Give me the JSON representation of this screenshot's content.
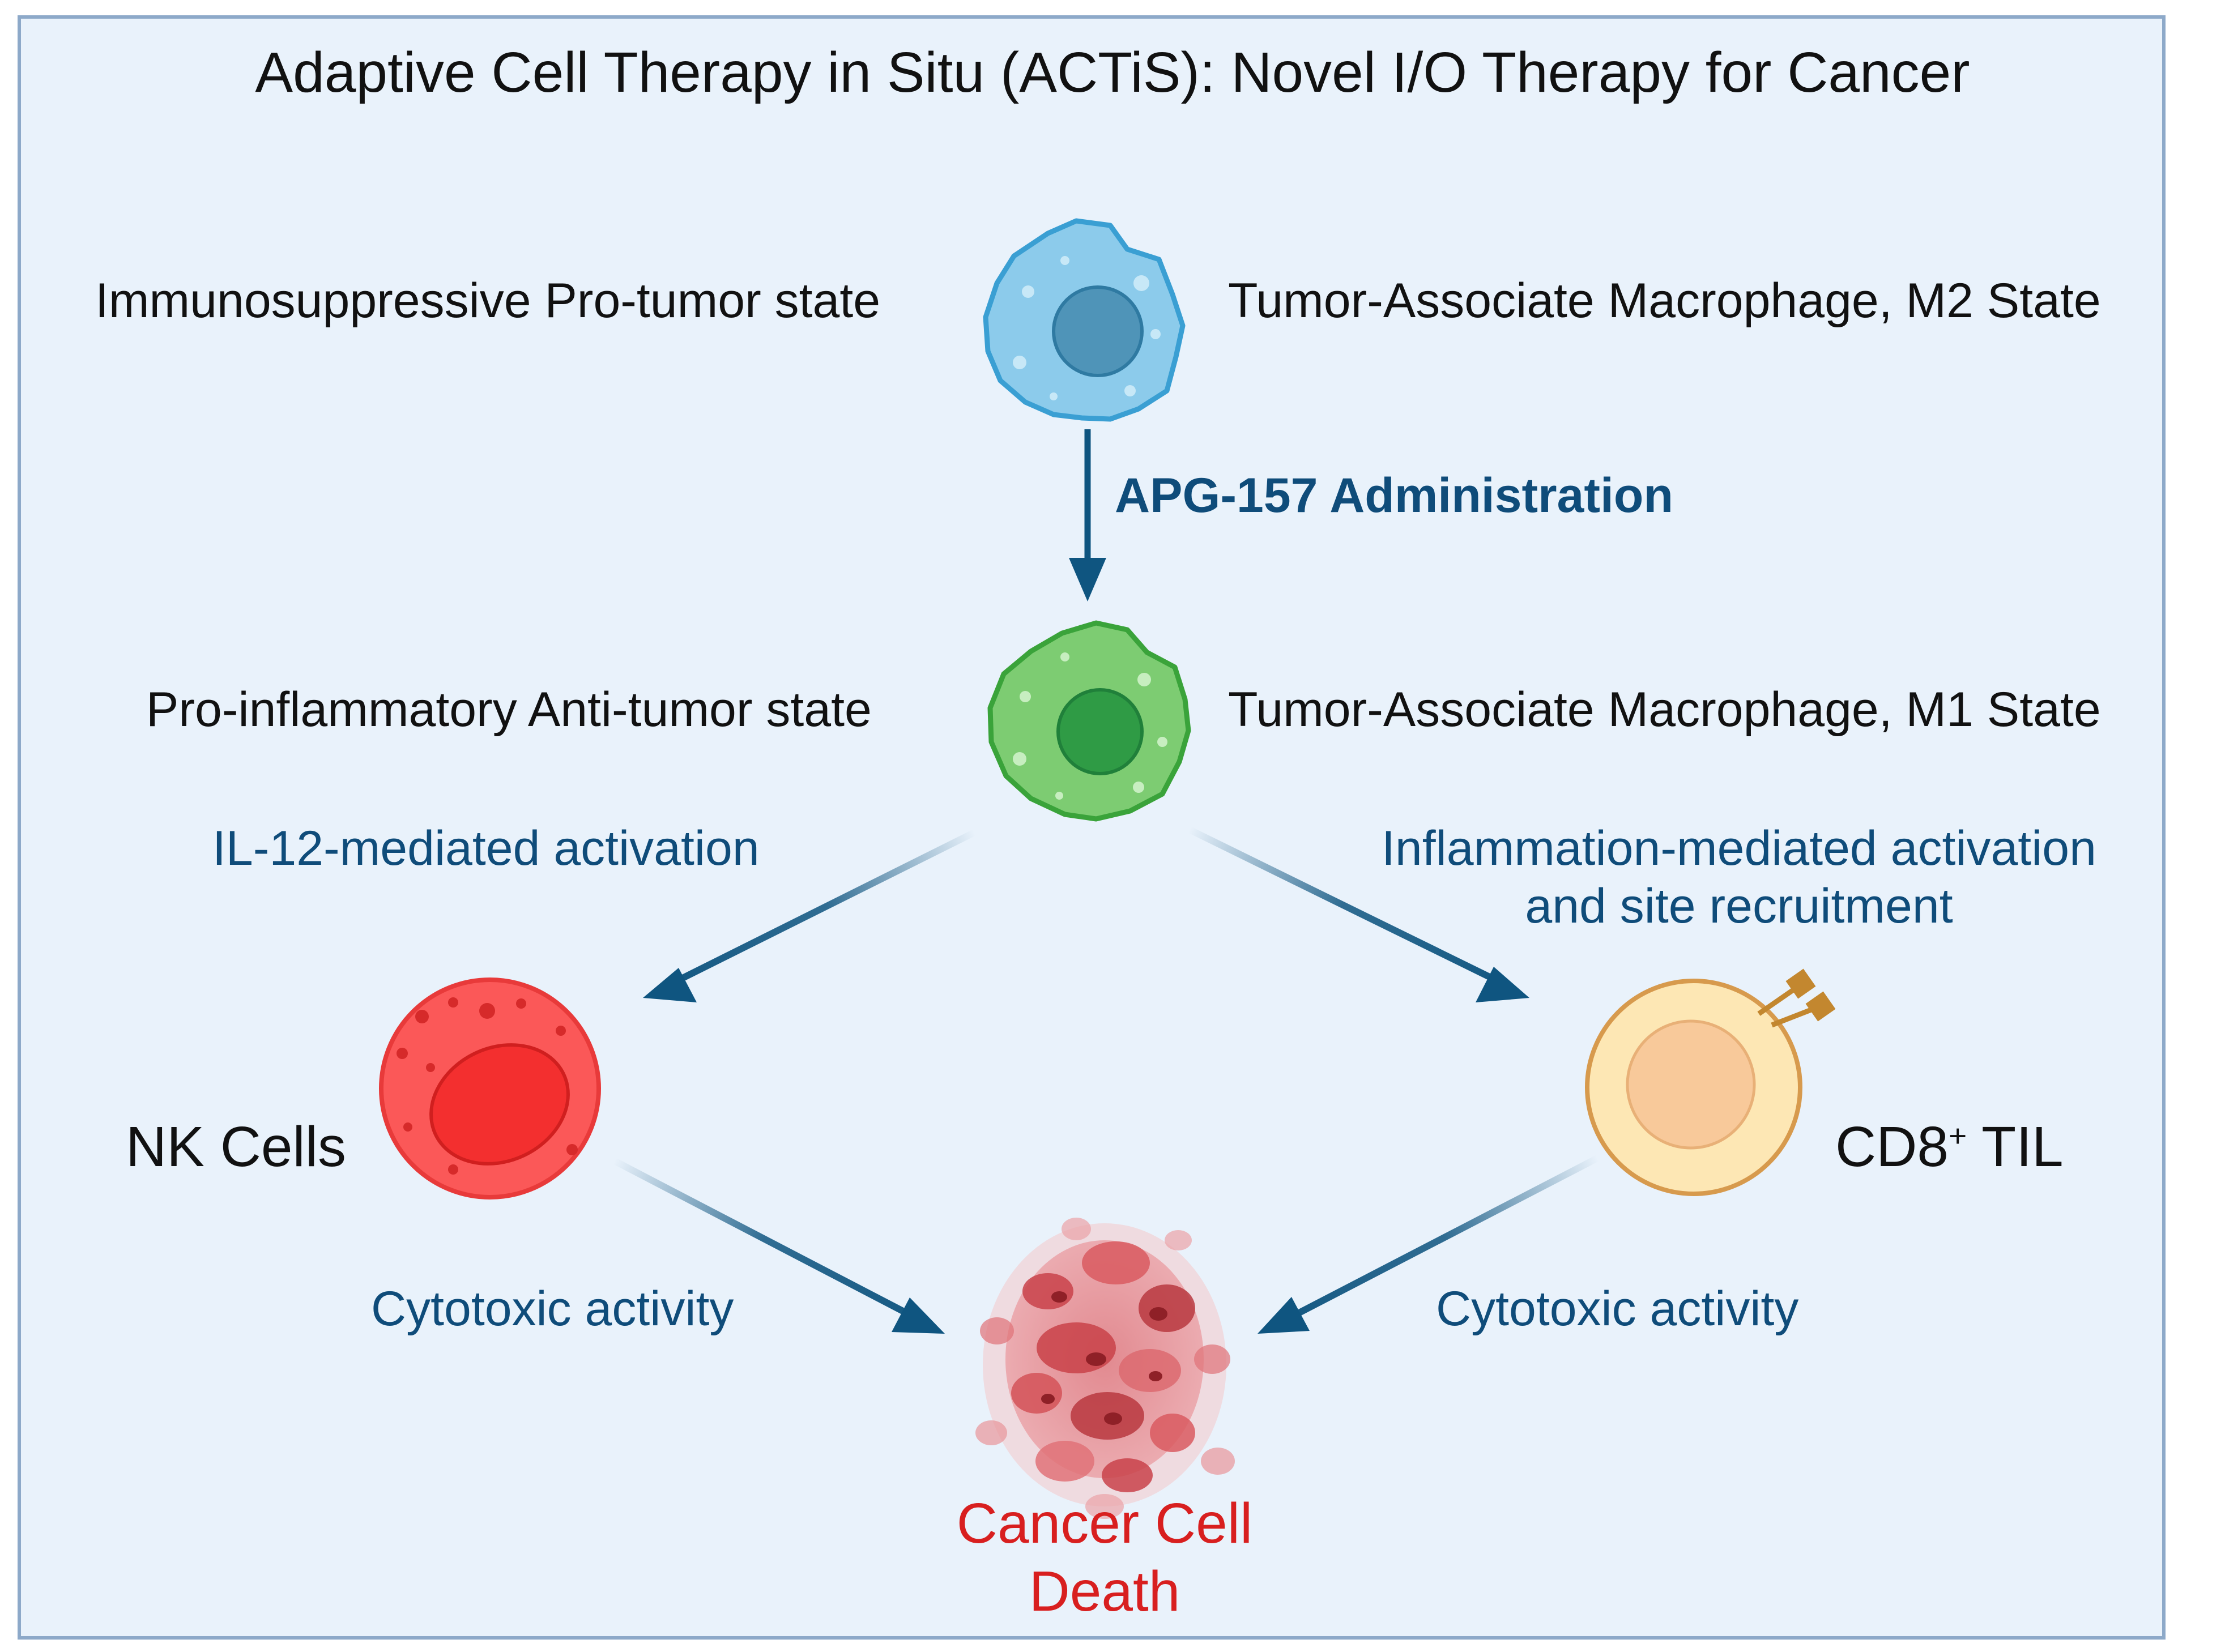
{
  "title": "Adaptive Cell Therapy in Situ (ACTiS): Novel I/O Therapy for Cancer",
  "m2": {
    "left_label": "Immunosuppressive Pro-tumor state",
    "right_label": "Tumor-Associate Macrophage, M2 State"
  },
  "administration_label": "APG-157 Administration",
  "m1": {
    "left_label": "Pro-inflammatory Anti-tumor state",
    "right_label": "Tumor-Associate Macrophage, M1 State"
  },
  "branch_left_label": "IL-12-mediated activation",
  "branch_right_label": {
    "line1": "Inflammation-mediated activation",
    "line2": "and site recruitment"
  },
  "nk_label": "NK Cells",
  "cd8_label": {
    "prefix": "CD8",
    "superscript": "+",
    "suffix": " TIL"
  },
  "cytotoxic_left": "Cytotoxic activity",
  "cytotoxic_right": "Cytotoxic activity",
  "outcome": {
    "line1": "Cancer Cell",
    "line2": "Death"
  },
  "colors": {
    "background": "#e9f2fb",
    "border": "#8da9c9",
    "arrow": "#0f5580",
    "m2_cell": "#8ccbeb",
    "m1_cell": "#7dcc72",
    "nk_cell": "#fb5858",
    "cd8_cell": "#fde7b4",
    "outcome_text": "#d81f1f"
  }
}
